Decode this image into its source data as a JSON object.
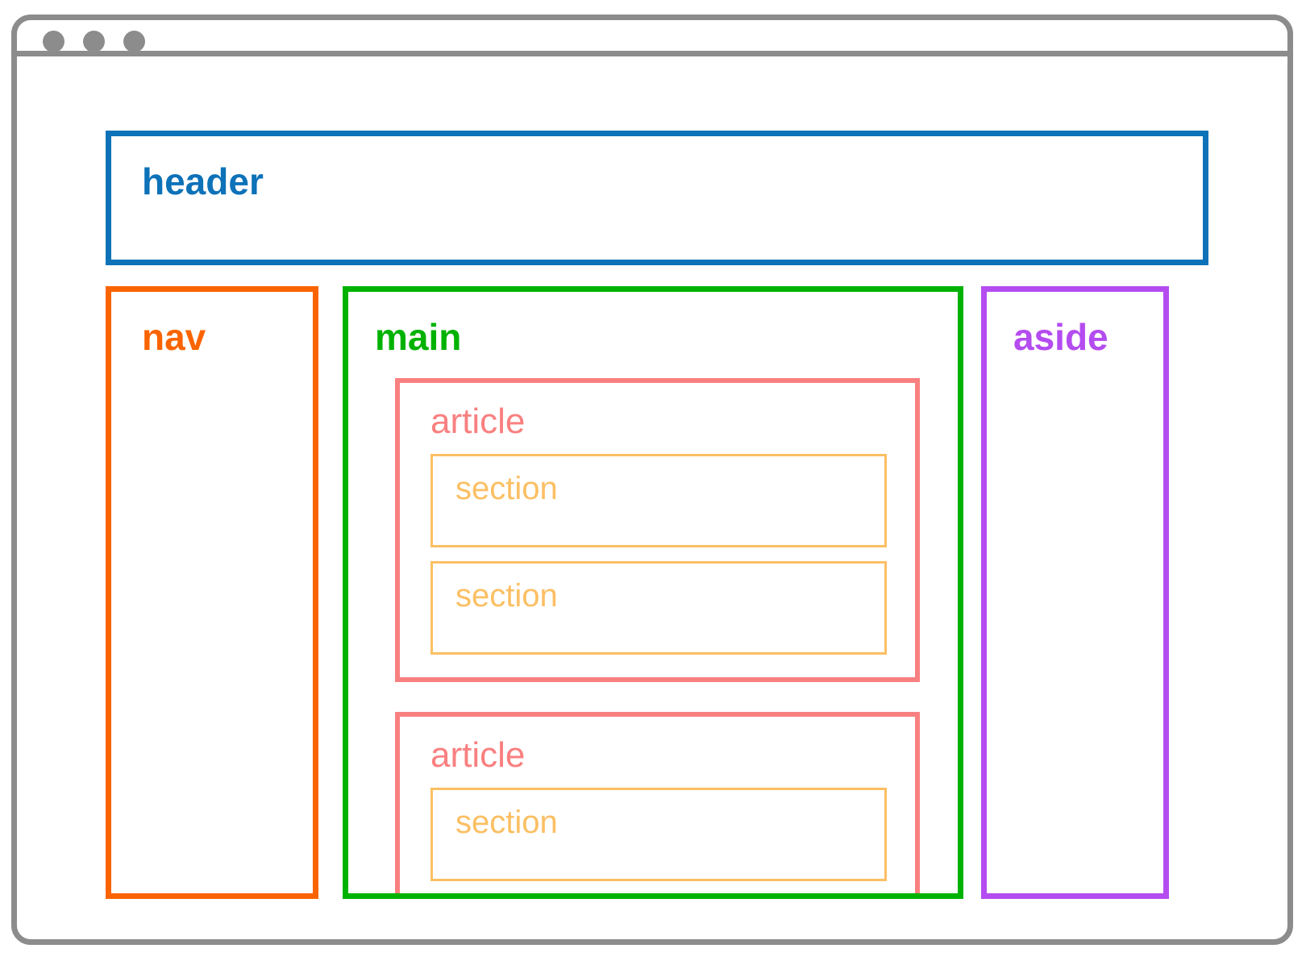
{
  "window": {
    "chrome_color": "#8c8c8c",
    "traffic_lights": [
      {
        "name": "close-dot",
        "color": "#8c8c8c"
      },
      {
        "name": "minimize-dot",
        "color": "#8c8c8c"
      },
      {
        "name": "maximize-dot",
        "color": "#8c8c8c"
      }
    ]
  },
  "diagram": {
    "type": "html5-semantic-layout",
    "regions": {
      "header": {
        "label": "header",
        "color": "#0d72b8",
        "bold": true
      },
      "nav": {
        "label": "nav",
        "color": "#fa6400",
        "bold": true
      },
      "main": {
        "label": "main",
        "color": "#00b200",
        "bold": true
      },
      "aside": {
        "label": "aside",
        "color": "#b44cf0",
        "bold": true
      }
    },
    "article_color": "#f98080",
    "section_color": "#fbbf63",
    "articles": [
      {
        "label": "article",
        "sections": [
          {
            "label": "section"
          },
          {
            "label": "section"
          }
        ]
      },
      {
        "label": "article",
        "sections": [
          {
            "label": "section"
          }
        ]
      }
    ]
  }
}
